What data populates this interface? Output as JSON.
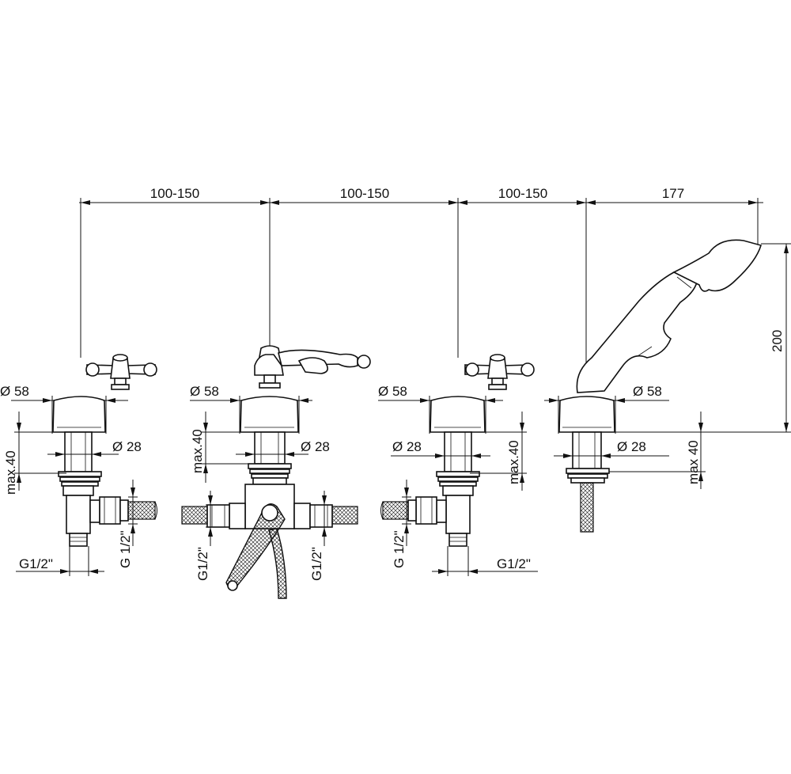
{
  "dimensions": {
    "spacing_1": "100-150",
    "spacing_2": "100-150",
    "spacing_3": "100-150",
    "spacing_4": "177",
    "height_handshower": "200"
  },
  "labels": {
    "dia58": "Ø 58",
    "dia28": "Ø 28",
    "max40": "max.40",
    "max40_spaced": "max 40",
    "g12": "G1/2\"",
    "g12_spaced": "G 1/2\""
  }
}
